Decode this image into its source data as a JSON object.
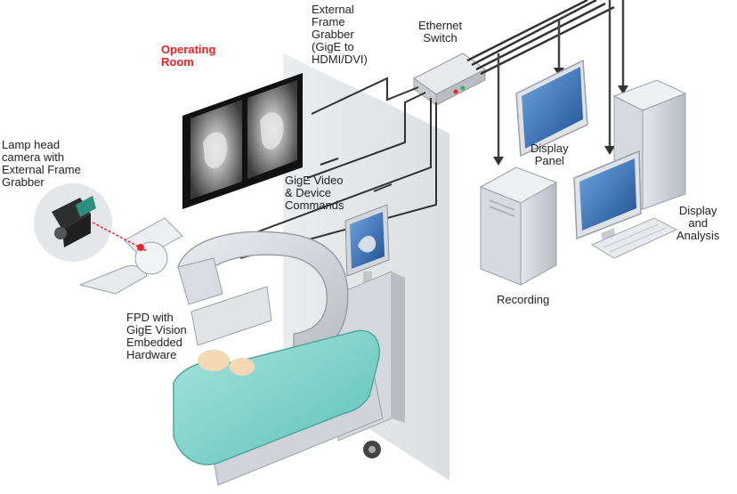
{
  "labels": {
    "operating_room": "Operating\nRoom",
    "external_frame_grabber": "External\nFrame\nGrabber\n(GigE to\nHDMI/DVI)",
    "ethernet_switch": "Ethernet\nSwitch",
    "lamp_head_camera": "Lamp head\ncamera with\nExternal Frame\nGrabber",
    "gige_video": "GigE Video\n& Device\nCommands",
    "display_panel": "Display\nPanel",
    "display_and_analysis": "Display\nand\nAnalysis",
    "recording": "Recording",
    "fpd": "FPD with\nGigE Vision\nEmbedded\nHardware"
  },
  "colors": {
    "accent_red": "#e8262b",
    "screen_blue": "#2f6fb6",
    "patient_teal": "#7fd4cc",
    "cable": "#333333",
    "equipment_grey": "#c9ccd1"
  },
  "icons": {
    "camera": "lamp-head-camera-icon",
    "switch": "ethernet-switch-icon",
    "monitor": "display-monitor-icon",
    "tower": "computer-tower-icon",
    "carm": "c-arm-xray-icon"
  }
}
